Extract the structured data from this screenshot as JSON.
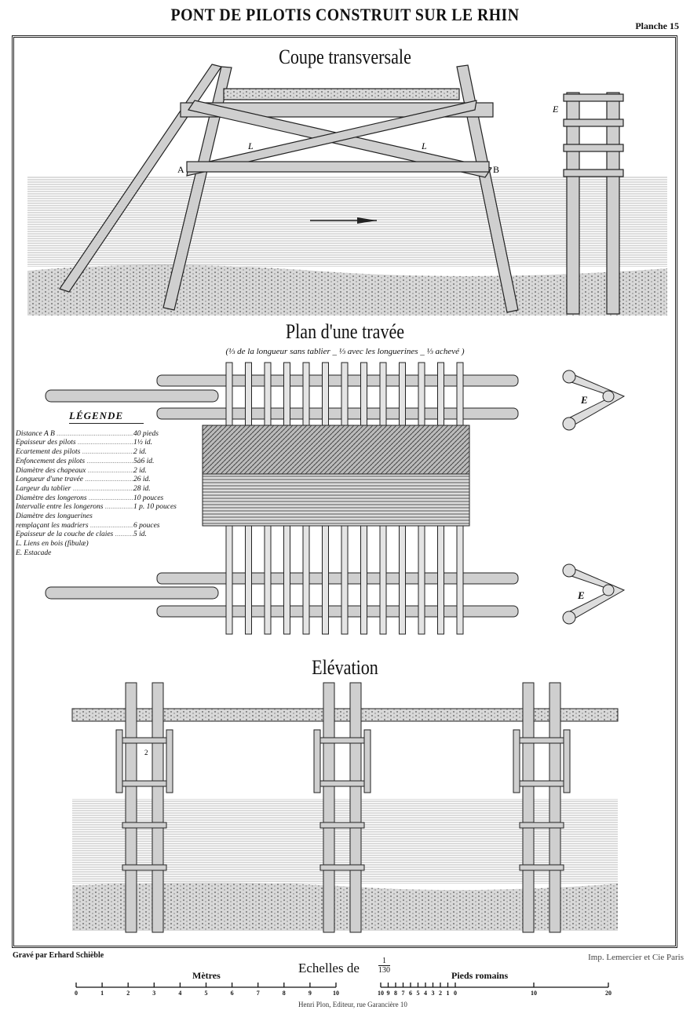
{
  "title": "PONT DE PILOTIS CONSTRUIT SUR LE RHIN",
  "plate": "Planche 15",
  "sections": {
    "coupe": "Coupe transversale",
    "plan": "Plan d'une travée",
    "plan_subtitle": "(⅓ de la longueur sans tablier _ ⅓ avec les longuerines _ ⅓ achevé )",
    "elevation": "Elévation"
  },
  "labels": {
    "A": "A",
    "B": "B",
    "L": "L",
    "E": "E",
    "two": "2"
  },
  "legend": {
    "title": "LÉGENDE",
    "rows": [
      {
        "k": "Distance A B",
        "v": "40 pieds"
      },
      {
        "k": "Epaisseur des pilots",
        "v": "1½  id."
      },
      {
        "k": "Ecartement des pilots",
        "v": "2  id."
      },
      {
        "k": "Enfoncement des pilots",
        "v": "5à6 id."
      },
      {
        "k": "Diamètre des chapeaux",
        "v": "2  id."
      },
      {
        "k": "Longueur d'une travée",
        "v": "26  id."
      },
      {
        "k": "Largeur du tablier",
        "v": "28  id."
      },
      {
        "k": "Diamètre des longerons",
        "v": "10 pouces"
      },
      {
        "k": "Intervalle entre les longerons",
        "v": "1 p. 10 pouces"
      },
      {
        "k": "Diamètre des longuerines",
        "v": ""
      },
      {
        "k": "remplaçant les madriers",
        "v": "6 pouces"
      },
      {
        "k": "Epaisseur de la couche de claies",
        "v": "5  id."
      },
      {
        "k": "L. Liens en bois (fibulæ)",
        "v": ""
      },
      {
        "k": "E. Estacade",
        "v": ""
      }
    ]
  },
  "footer": {
    "engraver": "Gravé par Erhard Schièble",
    "printer": "Imp. Lemercier et Cie Paris",
    "scale_title": "Echelles de",
    "scale_num": "1",
    "scale_den": "130",
    "metres_label": "Mètres",
    "pieds_label": "Pieds romains",
    "metres_ticks": [
      "0",
      "1",
      "2",
      "3",
      "4",
      "5",
      "6",
      "7",
      "8",
      "9",
      "10"
    ],
    "pieds_ticks_left": [
      "10",
      "9",
      "8",
      "7",
      "6",
      "5",
      "4",
      "3",
      "2",
      "1",
      "0"
    ],
    "pieds_ticks_right": [
      "10",
      "20"
    ],
    "publisher": "Henri Plon, Editeur, rue Garancière 10"
  },
  "colors": {
    "ink": "#222222",
    "water": "#9a9a9a",
    "wood": "#555555"
  }
}
